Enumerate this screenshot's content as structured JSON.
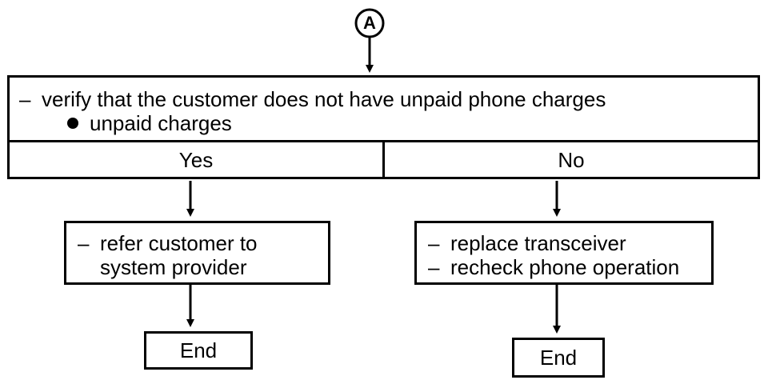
{
  "connector": {
    "label": "A"
  },
  "decision": {
    "instruction": "verify that the customer does not have unpaid phone charges",
    "condition": "unpaid charges",
    "branch_yes": "Yes",
    "branch_no": "No"
  },
  "yes_path": {
    "action_line1": "refer customer to",
    "action_line2": "system provider",
    "end_label": "End"
  },
  "no_path": {
    "action_line1": "replace transceiver",
    "action_line2": "recheck phone operation",
    "end_label": "End"
  }
}
